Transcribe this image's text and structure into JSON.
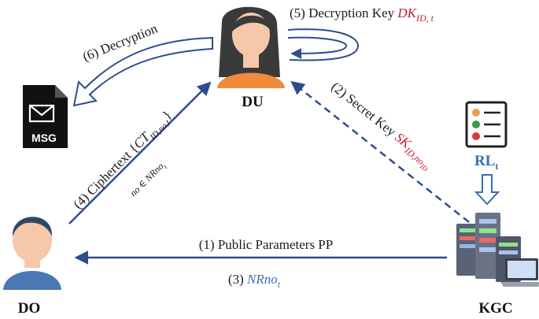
{
  "nodes": {
    "du": "DU",
    "do": "DO",
    "kgc": "KGC",
    "msg": "MSG",
    "rl": "RL",
    "rl_sub": "t"
  },
  "edges": {
    "e1": {
      "text": "(1) Public Parameters PP"
    },
    "e2": {
      "text": "(2) Secret Key ",
      "math": "SK",
      "sub": "ID,no",
      "subsub": "ID"
    },
    "e3": {
      "text": "(3) ",
      "math": "NRno",
      "sub": "t"
    },
    "e4": {
      "text": "(4) Ciphertext {",
      "math": "CT",
      "sub": "ID,no,t",
      "close": "}",
      "note": "no ∈ NRno",
      "note_sub": "t"
    },
    "e5": {
      "text": "(5) Decryption Key ",
      "math": "DK",
      "sub": "ID, t"
    },
    "e6": {
      "text": "(6) Decryption"
    }
  },
  "colors": {
    "arrow": "#2e4d8f",
    "secret": "#c0202a",
    "accent": "#3a6fb0",
    "skin": "#f6c7a8",
    "hair_du": "#3a3a3a",
    "shirt_du": "#f08a3c",
    "hair_do": "#2f4868",
    "shirt_do": "#4a78b4",
    "server": "#5a6275"
  },
  "icons": [
    "du-avatar-icon",
    "do-avatar-icon",
    "kgc-server-icon",
    "msg-document-icon",
    "revocation-list-icon"
  ]
}
